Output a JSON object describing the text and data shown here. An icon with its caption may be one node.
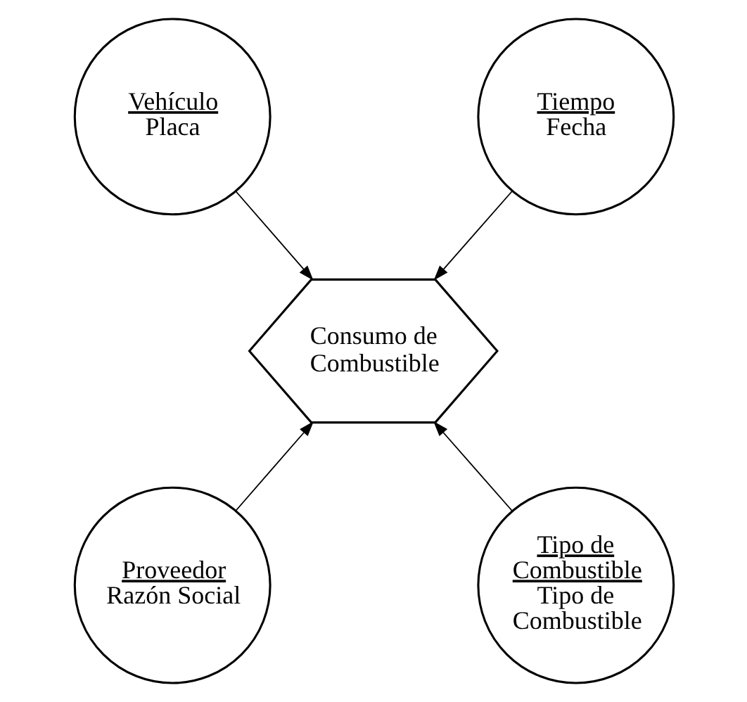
{
  "diagram": {
    "nodes": [
      {
        "text": [
          "Vehículo",
          "Placa"
        ]
      },
      {
        "text": [
          "Tiempo",
          "Fecha"
        ]
      },
      {
        "text": [
          "Consumo de Combustible"
        ]
      },
      {
        "text": [
          "Proveedor",
          "Razón Social"
        ]
      },
      {
        "text": [
          "Tipo de Combustible",
          "Tipo de Combustible"
        ]
      }
    ],
    "edges": [
      {
        "from": 0,
        "to": 2,
        "arrow": "to"
      },
      {
        "from": 1,
        "to": 2,
        "arrow": "to"
      },
      {
        "from": 3,
        "to": 2,
        "arrow": "to"
      },
      {
        "from": 4,
        "to": 2,
        "arrow": "to"
      }
    ]
  }
}
